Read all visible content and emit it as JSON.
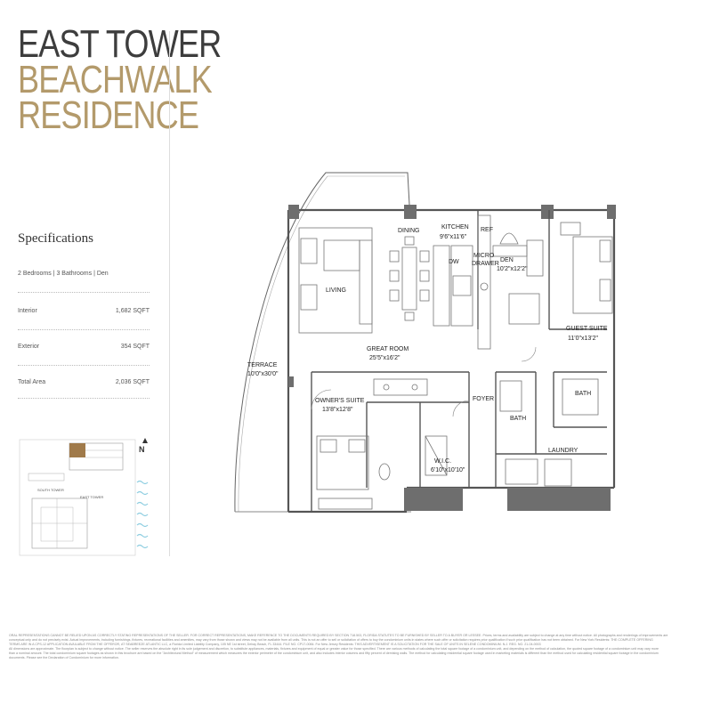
{
  "title": {
    "line1": "EAST TOWER",
    "line2": "BEACHWALK",
    "line3": "RESIDENCE"
  },
  "specifications": {
    "heading": "Specifications",
    "summary": "2 Bedrooms  |  3 Bathrooms  |  Den",
    "rows": [
      {
        "label": "Interior",
        "value": "1,682 SQFT"
      },
      {
        "label": "Exterior",
        "value": "354 SQFT"
      },
      {
        "label": "Total Area",
        "value": "2,036 SQFT"
      }
    ]
  },
  "site_plan": {
    "labels": {
      "east_tower": "EAST TOWER",
      "south_tower": "SOUTH TOWER",
      "north": "N"
    }
  },
  "rooms": {
    "dining": "DINING",
    "kitchen": "KITCHEN",
    "kitchen_dim": "9'6\"x11'6\"",
    "ref": "REF",
    "dw": "DW",
    "micro": "MICRO",
    "drawer": "DRAWER",
    "den": "DEN",
    "den_dim": "10'2\"x12'2\"",
    "living": "LIVING",
    "great_room": "GREAT ROOM",
    "great_room_dim": "25'5\"x16'2\"",
    "guest_suite": "GUEST SUITE",
    "guest_suite_dim": "11'0\"x13'2\"",
    "terrace": "TERRACE",
    "terrace_dim": "10'0\"x30'0\"",
    "owners_suite": "OWNER'S SUITE",
    "owners_suite_dim": "13'8\"x12'8\"",
    "foyer": "FOYER",
    "bath1": "BATH",
    "bath2": "BATH",
    "laundry": "LAUNDRY",
    "wic": "W.I.C.",
    "wic_dim": "6'10\"x10'10\""
  },
  "colors": {
    "gold": "#b39a6b",
    "dark": "#3d3d3d",
    "wall": "#6e6e6e",
    "water": "#8ccde0"
  },
  "disclaimer": {
    "line1": "ORAL REPRESENTATIONS CANNOT BE RELIED UPON AS CORRECTLY STATING REPRESENTATIONS OF THE SELLER. FOR CORRECT REPRESENTATIONS, MAKE REFERENCE TO THE DOCUMENTS REQUIRED BY SECTION 718.503, FLORIDA STATUTES TO BE FURNISHED BY SELLER TO A BUYER OR LESSEE. Prices, terms and availability are subject to change at any time without notice. All photographs and renderings of improvements are",
    "line2": "conceptual only and do not precisely exist. Actual improvements, including furnishings, fixtures, recreational facilities and amenities, may vary from those shown and views may not be available from all units. This is not an offer to sell or solicitation of offers to buy the condominium units in states where such offer or solicitation requires prior qualification if such prior qualification has not been obtained. For New York Residents: THE COMPLETE OFFERING",
    "line3": "TERMS ARE IN A CPS-12 APPLICATION AVAILABLE FROM THE OFFEROR, AT SEABREEZE ATLANTIC LLC, a Florida Limited Liability Company, 105 NE 1st street, Delray Beach, FL 33444. FILE NO. CP17-0084. For New Jersey Residents: THIS ADVERTISEMENT IS A SOLICITATION FOR THE SALE OF UNITS IN SELENE CONDOMINIUM. N.J. REG. NO. 21-04-0003",
    "line4": "All dimensions are approximate. The floorplan is subject to change without notice. The seller reserves the absolute right in its sole judgement and discretion, to substitute appliances, materials, fixtures and equipment of equal or greater value for those specified. There are various methods of calculating the total square footage of a condominium unit, and depending on the method of calculation, the quoted square footage of a condominium unit may vary more",
    "line5": "than a nominal amount. The total condominium square footages as shown in this brochure are based on the \"Architectural Method\" of measurement which measures the exterior perimeter of the condominium unit, and also includes interior columns and fifty percent of demising walls. The method for calculating residential square footage used in marketing materials is different than the method used for calculating residential square footage in the condominium",
    "line6": "documents. Please see the Declaration of Condominium for more information."
  }
}
